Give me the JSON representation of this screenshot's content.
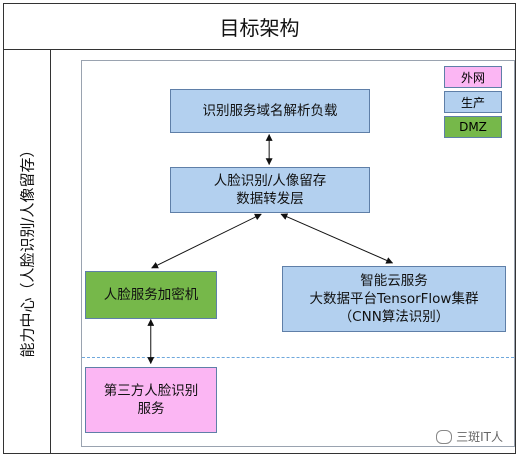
{
  "title": "目标架构",
  "side_label": "能力中心（人脸识别/人像留存）",
  "legend": [
    {
      "label": "外网",
      "color": "#fbb6f3"
    },
    {
      "label": "生产",
      "color": "#b3d0ef"
    },
    {
      "label": "DMZ",
      "color": "#76b84a"
    }
  ],
  "nodes": {
    "load_balancer": "识别服务域名解析负载",
    "forwarding_line1": "人脸识别/人像留存",
    "forwarding_line2": "数据转发层",
    "encryption": "人脸服务加密机",
    "cloud_line1": "智能云服务",
    "cloud_line2": "大数据平台TensorFlow集群",
    "cloud_line3": "（CNN算法识别）",
    "third_party_line1": "第三方人脸识别",
    "third_party_line2": "服务"
  },
  "watermark": "三斑IT人"
}
